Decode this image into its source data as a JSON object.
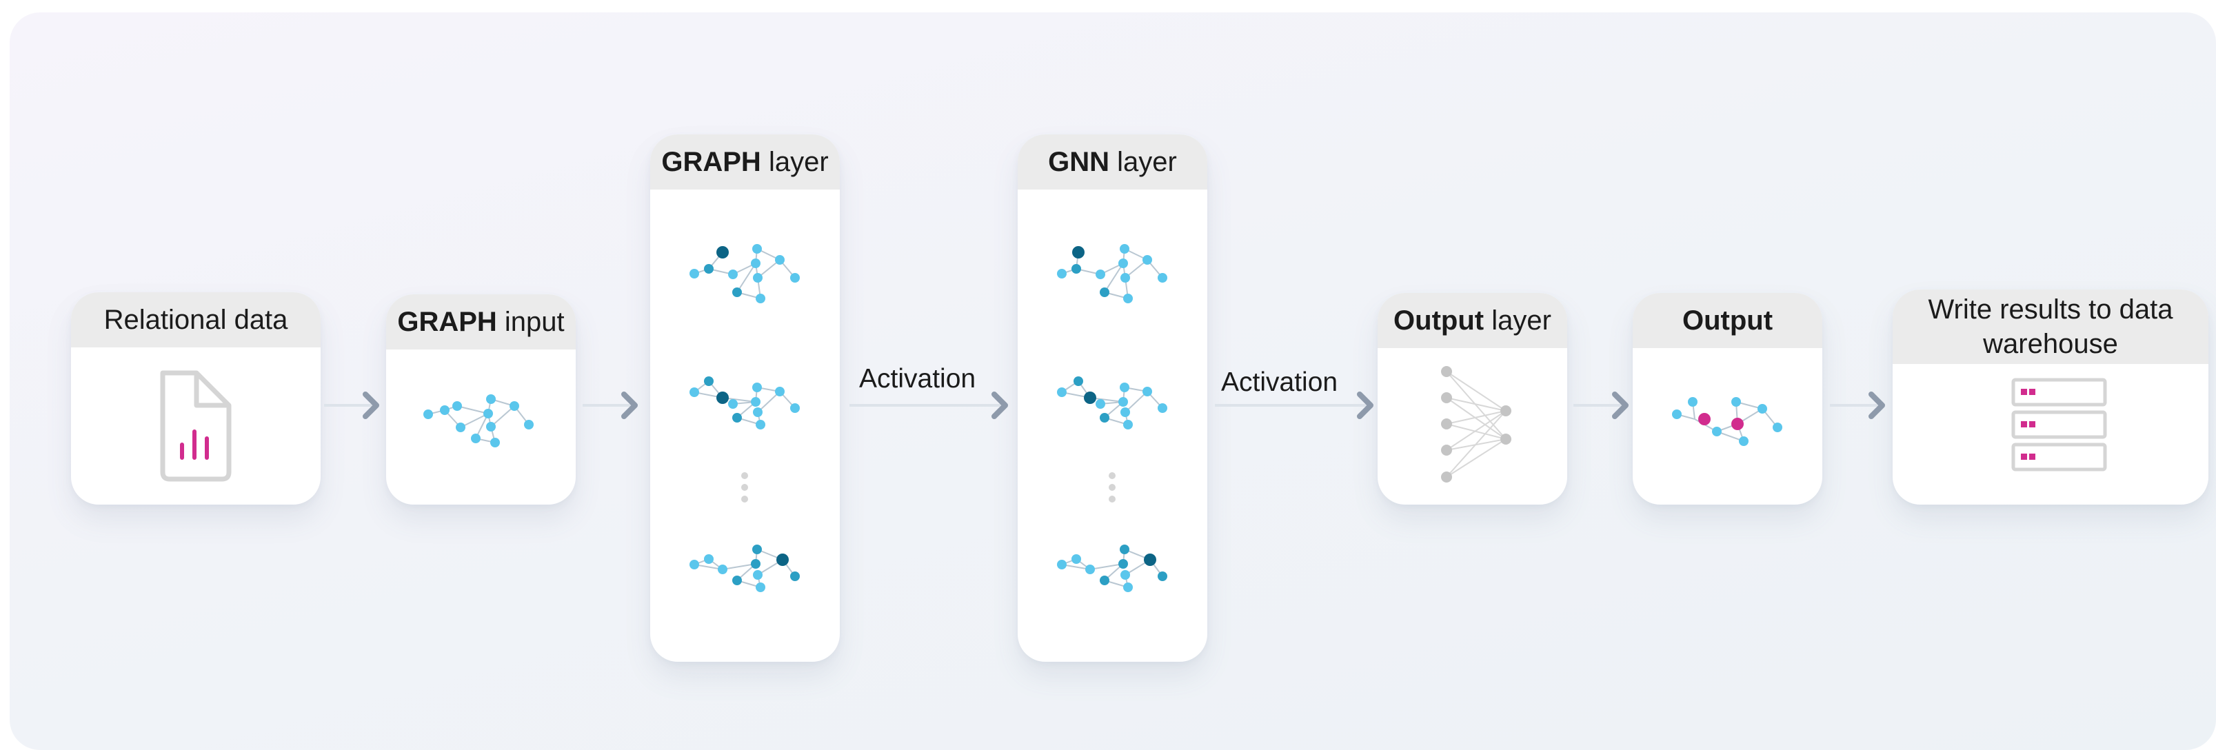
{
  "cards": {
    "relational": {
      "title": "Relational data",
      "icon": "document-chart-icon"
    },
    "graph_input": {
      "title_bold": "GRAPH",
      "title_rest": "input"
    },
    "graph_layer": {
      "title_bold": "GRAPH",
      "title_rest": "layer"
    },
    "gnn_layer": {
      "title_bold": "GNN",
      "title_rest": "layer"
    },
    "output_layer": {
      "title_bold": "Output",
      "title_rest": "layer"
    },
    "output": {
      "title": "Output"
    },
    "write_results": {
      "title": "Write results to data warehouse",
      "icon": "server-rack-icon"
    }
  },
  "activations": [
    "Activation",
    "Activation"
  ],
  "colors": {
    "node_light": "#5ac6ec",
    "node_mid": "#2c9fc4",
    "node_dark": "#0c6485",
    "edge": "#b9c7d2",
    "accent_magenta": "#d12c8e",
    "neural_gray": "#c4c4c4",
    "arrow": "#8e9aab"
  }
}
